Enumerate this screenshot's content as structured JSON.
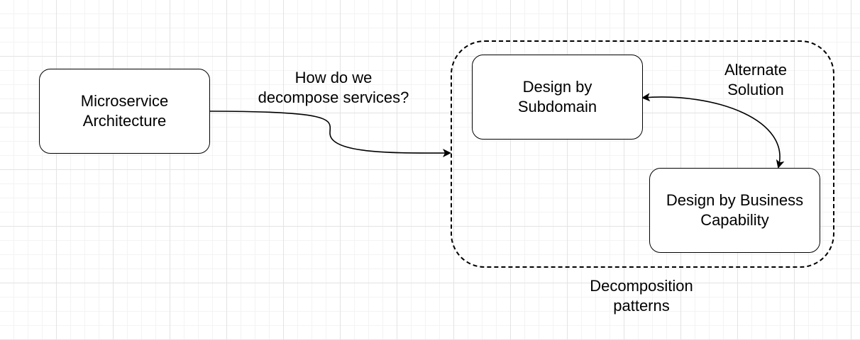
{
  "diagram": {
    "nodes": {
      "microservice": {
        "line1": "Microservice",
        "line2": "Architecture"
      },
      "subdomain": {
        "line1": "Design by",
        "line2": "Subdomain"
      },
      "business": {
        "line1": "Design by Business",
        "line2": "Capability"
      }
    },
    "group": {
      "line1": "Decomposition",
      "line2": "patterns"
    },
    "edges": {
      "decompose": {
        "line1": "How  do we",
        "line2": "decompose services?"
      },
      "alternate": {
        "line1": "Alternate",
        "line2": "Solution"
      }
    }
  }
}
